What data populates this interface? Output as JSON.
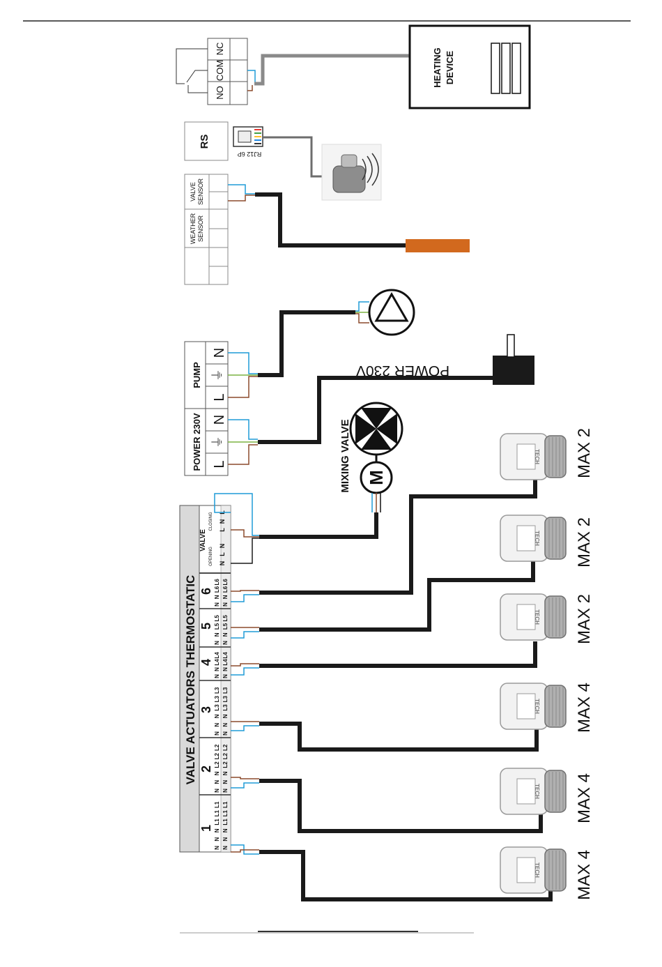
{
  "heating_device": {
    "line1": "HEATING",
    "line2": "DEVICE"
  },
  "relay_terminals": [
    "NC",
    "COM",
    "NO"
  ],
  "rs": {
    "label": "RS",
    "connector": "RJ12 6P"
  },
  "sensors": {
    "valve": {
      "line1": "VALVE",
      "line2": "SENSOR"
    },
    "weather": {
      "line1": "WEATHER",
      "line2": "SENSOR"
    }
  },
  "power_block": {
    "title": "POWER 230V",
    "pins": [
      "L",
      "⏚",
      "N"
    ]
  },
  "pump_block": {
    "title": "PUMP",
    "pins": [
      "L",
      "⏚",
      "N"
    ]
  },
  "power_plug": {
    "label": "POWER 230V"
  },
  "mixing_valve": {
    "label": "MIXING VALVE",
    "motor": "M"
  },
  "actuator_strip": {
    "title": "VALVE ACTUATORS THERMOSTATIC",
    "valve_title": "VALVE",
    "valve_opening": "OPENING",
    "valve_closing": "CLOSING",
    "valve_pins": [
      "N",
      "L",
      "N",
      "L",
      "N",
      "L"
    ],
    "zones": [
      {
        "number": "1",
        "pins": [
          "N",
          "N",
          "N",
          "L1",
          "L1",
          "L1"
        ]
      },
      {
        "number": "2",
        "pins": [
          "N",
          "N",
          "N",
          "L2",
          "L2",
          "L2"
        ]
      },
      {
        "number": "3",
        "pins": [
          "N",
          "N",
          "N",
          "L3",
          "L3",
          "L3"
        ]
      },
      {
        "number": "4",
        "pins": [
          "N",
          "N",
          "L4",
          "L4"
        ]
      },
      {
        "number": "5",
        "pins": [
          "N",
          "N",
          "L5",
          "L5"
        ]
      },
      {
        "number": "6",
        "pins": [
          "N",
          "N",
          "L6",
          "L6"
        ]
      }
    ]
  },
  "actuators": [
    {
      "label": "MAX 2",
      "brand": "TECH"
    },
    {
      "label": "MAX 2",
      "brand": "TECH"
    },
    {
      "label": "MAX 2",
      "brand": "TECH"
    },
    {
      "label": "MAX 4",
      "brand": "TECH"
    },
    {
      "label": "MAX 4",
      "brand": "TECH"
    },
    {
      "label": "MAX 4",
      "brand": "TECH"
    }
  ],
  "colors": {
    "cable": "#1a1a1a",
    "wire_blue": "#1e9bd7",
    "wire_brown": "#8b4a2b",
    "wire_green": "#7cb342",
    "wire_grey": "#8a8a8a",
    "sensor_probe": "#d2691e",
    "strip_fill": "#d9d9d9"
  }
}
